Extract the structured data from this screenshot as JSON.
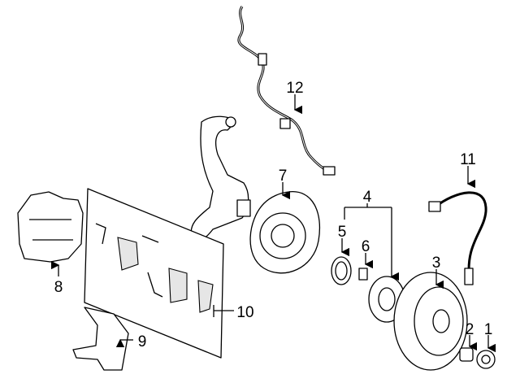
{
  "diagram": {
    "type": "exploded parts diagram - front brake assembly",
    "callouts": [
      "1",
      "2",
      "3",
      "4",
      "5",
      "6",
      "7",
      "8",
      "9",
      "10",
      "11",
      "12"
    ]
  }
}
